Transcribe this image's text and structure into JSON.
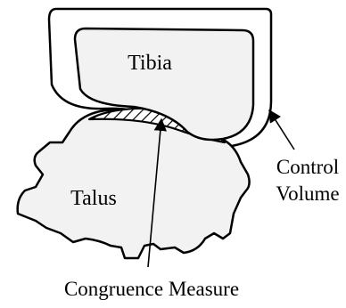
{
  "diagram": {
    "labels": {
      "tibia": "Tibia",
      "talus": "Talus",
      "control_volume_line1": "Control",
      "control_volume_line2": "Volume",
      "congruence_measure": "Congruence Measure"
    }
  }
}
